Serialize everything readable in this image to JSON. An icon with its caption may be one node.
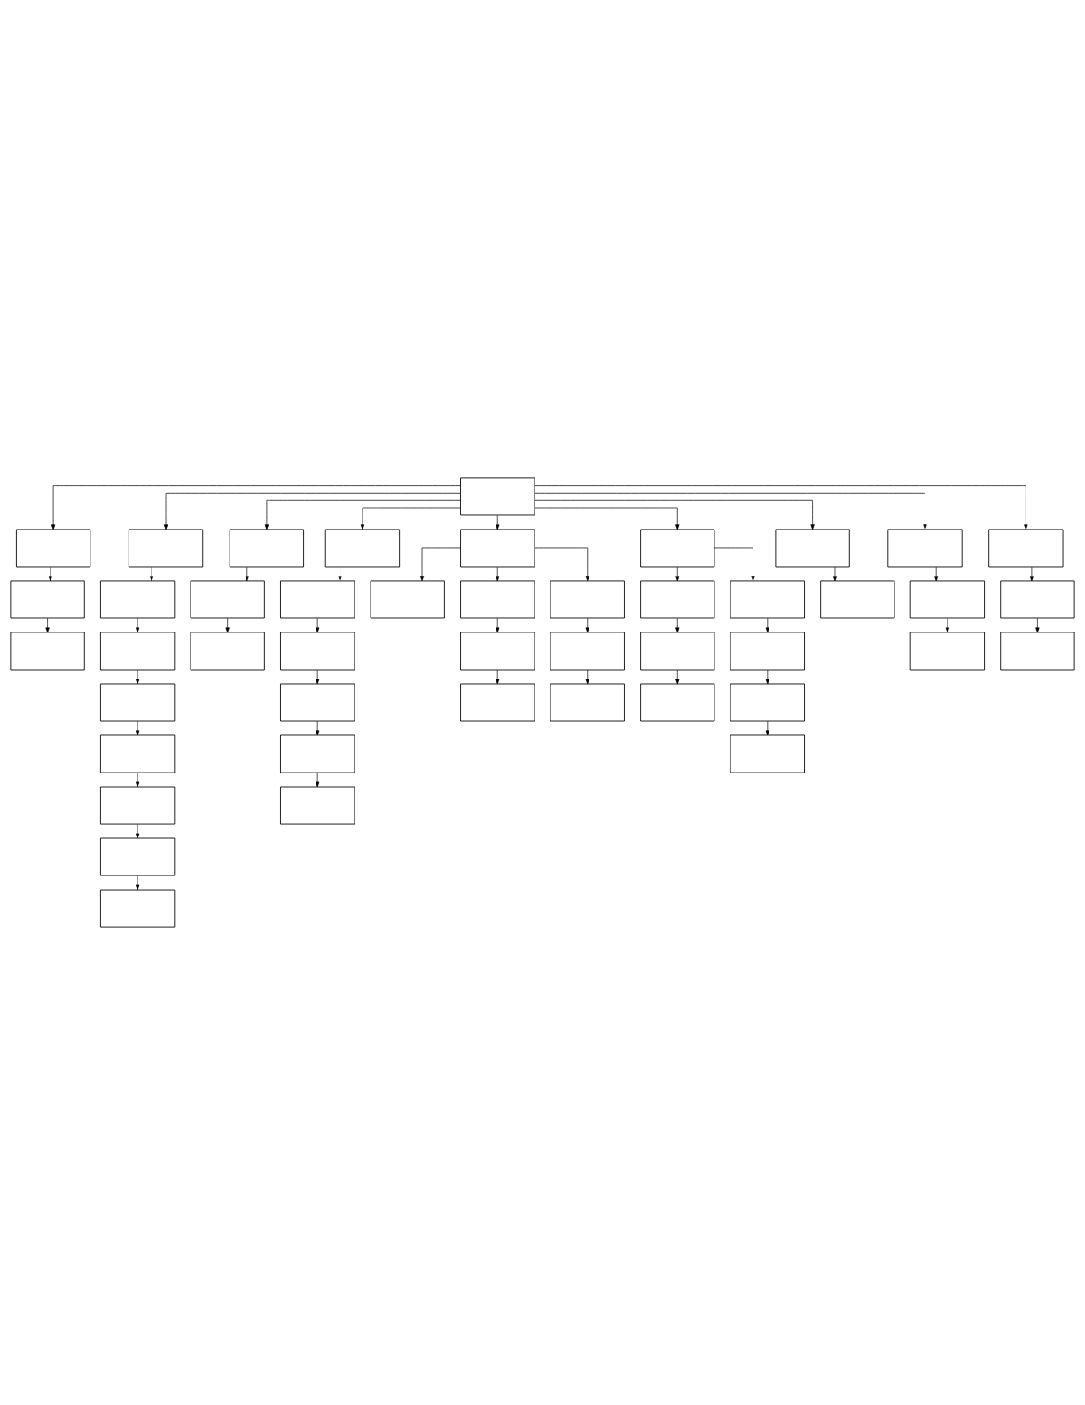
{
  "diagram": {
    "nodes": [
      {
        "text": [],
        "shape": "box"
      },
      {
        "text": [],
        "shape": "box"
      },
      {
        "text": [],
        "shape": "box"
      },
      {
        "text": [],
        "shape": "box"
      },
      {
        "text": [],
        "shape": "box"
      },
      {
        "text": [],
        "shape": "box"
      },
      {
        "text": [],
        "shape": "box"
      },
      {
        "text": [],
        "shape": "box"
      },
      {
        "text": [],
        "shape": "box"
      },
      {
        "text": [],
        "shape": "box"
      },
      {
        "text": [],
        "shape": "box"
      },
      {
        "text": [],
        "shape": "box"
      },
      {
        "text": [],
        "shape": "box"
      },
      {
        "text": [],
        "shape": "box"
      },
      {
        "text": [],
        "shape": "box"
      },
      {
        "text": [],
        "shape": "box"
      },
      {
        "text": [],
        "shape": "box"
      },
      {
        "text": [],
        "shape": "box"
      },
      {
        "text": [],
        "shape": "box"
      },
      {
        "text": [],
        "shape": "box"
      },
      {
        "text": [],
        "shape": "box"
      },
      {
        "text": [],
        "shape": "box"
      },
      {
        "text": [],
        "shape": "box"
      },
      {
        "text": [],
        "shape": "box"
      },
      {
        "text": [],
        "shape": "box"
      },
      {
        "text": [],
        "shape": "box"
      },
      {
        "text": [],
        "shape": "box"
      },
      {
        "text": [],
        "shape": "box"
      },
      {
        "text": [],
        "shape": "box"
      },
      {
        "text": [],
        "shape": "box"
      },
      {
        "text": [],
        "shape": "box"
      },
      {
        "text": [],
        "shape": "box"
      },
      {
        "text": [],
        "shape": "box"
      },
      {
        "text": [],
        "shape": "box"
      },
      {
        "text": [],
        "shape": "box"
      },
      {
        "text": [],
        "shape": "box"
      },
      {
        "text": [],
        "shape": "box"
      },
      {
        "text": [],
        "shape": "box"
      },
      {
        "text": [],
        "shape": "box"
      },
      {
        "text": [],
        "shape": "box"
      },
      {
        "text": [],
        "shape": "box"
      },
      {
        "text": [],
        "shape": "box"
      },
      {
        "text": [],
        "shape": "box"
      },
      {
        "text": [],
        "shape": "box"
      },
      {
        "text": [],
        "shape": "box"
      }
    ],
    "edges": [
      {
        "from": 0,
        "to": 1,
        "arrow": "to"
      },
      {
        "from": 0,
        "to": 12,
        "arrow": "to"
      },
      {
        "from": 0,
        "to": 21,
        "arrow": "to"
      },
      {
        "from": 0,
        "to": 30,
        "arrow": "to"
      },
      {
        "from": 0,
        "to": 35,
        "arrow": "to"
      },
      {
        "from": 0,
        "to": 4,
        "arrow": "to"
      },
      {
        "from": 0,
        "to": 15,
        "arrow": "to"
      },
      {
        "from": 0,
        "to": 29,
        "arrow": "to"
      },
      {
        "from": 0,
        "to": 32,
        "arrow": "to"
      },
      {
        "from": 1,
        "to": 2,
        "arrow": "to"
      },
      {
        "from": 2,
        "to": 3,
        "arrow": "to"
      },
      {
        "from": 4,
        "to": 5,
        "arrow": "to"
      },
      {
        "from": 5,
        "to": 6,
        "arrow": "to"
      },
      {
        "from": 6,
        "to": 7,
        "arrow": "to"
      },
      {
        "from": 7,
        "to": 8,
        "arrow": "to"
      },
      {
        "from": 8,
        "to": 9,
        "arrow": "to"
      },
      {
        "from": 9,
        "to": 10,
        "arrow": "to"
      },
      {
        "from": 10,
        "to": 11,
        "arrow": "to"
      },
      {
        "from": 12,
        "to": 13,
        "arrow": "to"
      },
      {
        "from": 13,
        "to": 14,
        "arrow": "to"
      },
      {
        "from": 15,
        "to": 16,
        "arrow": "to"
      },
      {
        "from": 16,
        "to": 17,
        "arrow": "to"
      },
      {
        "from": 17,
        "to": 18,
        "arrow": "to"
      },
      {
        "from": 18,
        "to": 19,
        "arrow": "to"
      },
      {
        "from": 19,
        "to": 20,
        "arrow": "to"
      },
      {
        "from": 21,
        "to": 22,
        "arrow": "to"
      },
      {
        "from": 21,
        "to": 23,
        "arrow": "to"
      },
      {
        "from": 21,
        "to": 26,
        "arrow": "to"
      },
      {
        "from": 23,
        "to": 24,
        "arrow": "to"
      },
      {
        "from": 24,
        "to": 25,
        "arrow": "to"
      },
      {
        "from": 26,
        "to": 27,
        "arrow": "to"
      },
      {
        "from": 27,
        "to": 28,
        "arrow": "to"
      },
      {
        "from": 30,
        "to": 31,
        "arrow": "to"
      },
      {
        "from": 32,
        "to": 33,
        "arrow": "to"
      },
      {
        "from": 33,
        "to": 34,
        "arrow": "to"
      },
      {
        "from": 35,
        "to": 36,
        "arrow": "to"
      },
      {
        "from": 36,
        "to": 37,
        "arrow": "to"
      },
      {
        "from": 29,
        "to": 38,
        "arrow": "to"
      },
      {
        "from": 29,
        "to": 41,
        "arrow": "to"
      },
      {
        "from": 38,
        "to": 39,
        "arrow": "to"
      },
      {
        "from": 39,
        "to": 40,
        "arrow": "to"
      },
      {
        "from": 41,
        "to": 42,
        "arrow": "to"
      },
      {
        "from": 42,
        "to": 43,
        "arrow": "to"
      },
      {
        "from": 43,
        "to": 44,
        "arrow": "to"
      }
    ]
  }
}
